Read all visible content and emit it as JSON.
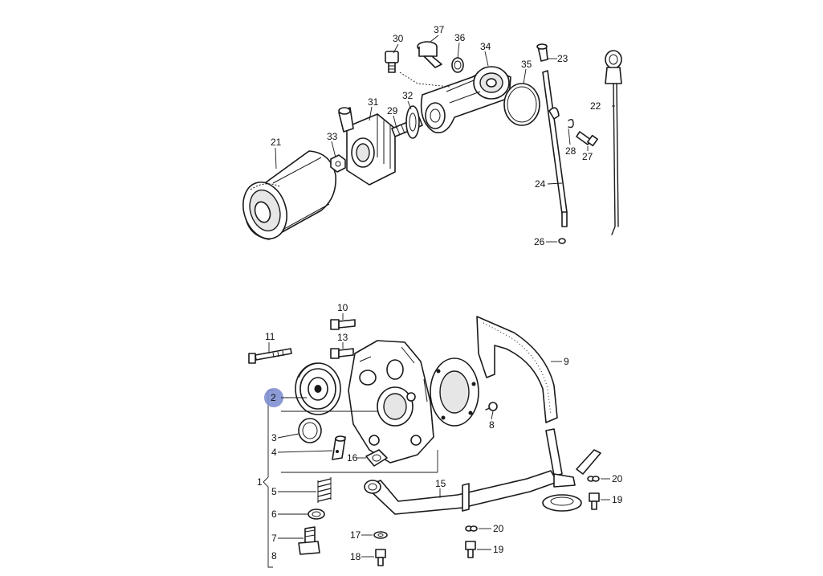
{
  "highlight_color": "#7f8fd0",
  "callouts": {
    "c1": "1",
    "c2": "2",
    "c3": "3",
    "c4": "4",
    "c5": "5",
    "c6": "6",
    "c7": "7",
    "c8a": "8",
    "c8b": "8",
    "c9": "9",
    "c10": "10",
    "c11": "11",
    "c13": "13",
    "c15": "15",
    "c16": "16",
    "c17": "17",
    "c18": "18",
    "c19a": "19",
    "c19b": "19",
    "c20a": "20",
    "c20b": "20",
    "c21": "21",
    "c22": "22",
    "c23": "23",
    "c24": "24",
    "c26": "26",
    "c27": "27",
    "c28": "28",
    "c29": "29",
    "c30": "30",
    "c31": "31",
    "c32": "32",
    "c33": "33",
    "c34": "34",
    "c35": "35",
    "c36": "36",
    "c37": "37"
  }
}
